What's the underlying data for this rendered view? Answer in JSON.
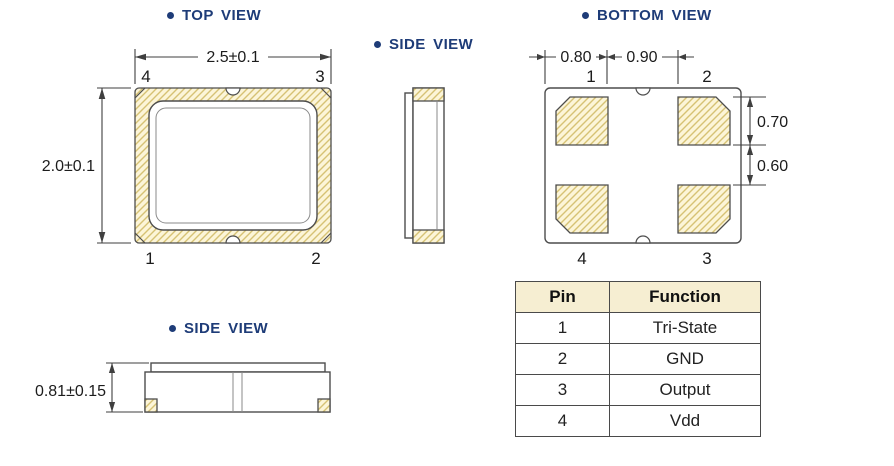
{
  "views": {
    "top": {
      "label": "TOP VIEW",
      "dim_width": "2.5±0.1",
      "dim_height": "2.0±0.1",
      "pins": {
        "top_left": "4",
        "top_right": "3",
        "bottom_left": "1",
        "bottom_right": "2"
      }
    },
    "side_top": {
      "label": "SIDE VIEW"
    },
    "bottom": {
      "label": "BOTTOM VIEW",
      "dim_pad_offset": "0.80",
      "dim_pad_pitch": "0.90",
      "dim_pad_height": "0.70",
      "dim_pad_gap": "0.60",
      "pins": {
        "top_left": "1",
        "top_right": "2",
        "bottom_left": "4",
        "bottom_right": "3"
      }
    },
    "side_bottom": {
      "label": "SIDE VIEW",
      "dim_height": "0.81±0.15"
    }
  },
  "pin_table": {
    "headers": [
      "Pin",
      "Function"
    ],
    "rows": [
      [
        "1",
        "Tri-State"
      ],
      [
        "2",
        "GND"
      ],
      [
        "3",
        "Output"
      ],
      [
        "4",
        "Vdd"
      ]
    ]
  },
  "colors": {
    "label_blue": "#1e3c78",
    "hatch_fill": "#fcf5d8",
    "hatch_line": "#d6c274",
    "outline": "#4d4d4d",
    "table_header_bg": "#f6eed2"
  }
}
